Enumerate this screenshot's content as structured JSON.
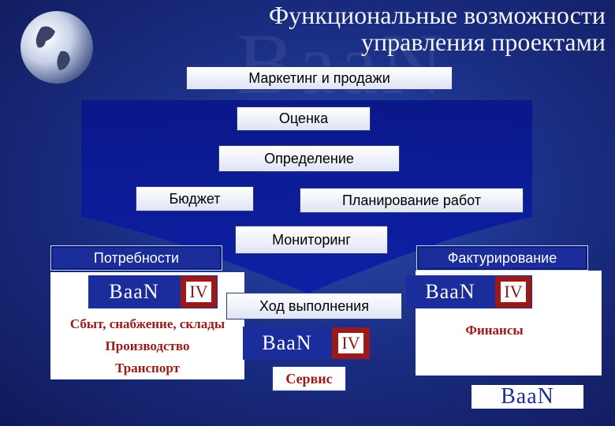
{
  "title": {
    "line1": "Функциональные возможности",
    "line2": "управления проектами"
  },
  "boxes": {
    "marketing": "Маркетинг и продажи",
    "evaluation": "Оценка",
    "definition": "Определение",
    "budget": "Бюджет",
    "work_planning": "Планирование работ",
    "monitoring": "Мониторинг",
    "needs": "Потребности",
    "invoicing": "Фактурирование",
    "progress": "Ход выполнения"
  },
  "left_panel": {
    "logo_text": "BaaN",
    "logo_version": "IV",
    "lines": [
      "Сбыт, снабжение, склады",
      "Производство",
      "Транспорт"
    ]
  },
  "center": {
    "logo_text": "BaaN",
    "logo_version": "IV",
    "service": "Сервис"
  },
  "right_panel": {
    "logo_text": "BaaN",
    "logo_version": "IV",
    "text": "Финансы"
  },
  "bottom_logo": "BaaN",
  "colors": {
    "background": "#1b2f86",
    "funnel": "#0c1a8e",
    "accent_red": "#9a1a1a",
    "logo_blue": "#1a2d9a"
  }
}
